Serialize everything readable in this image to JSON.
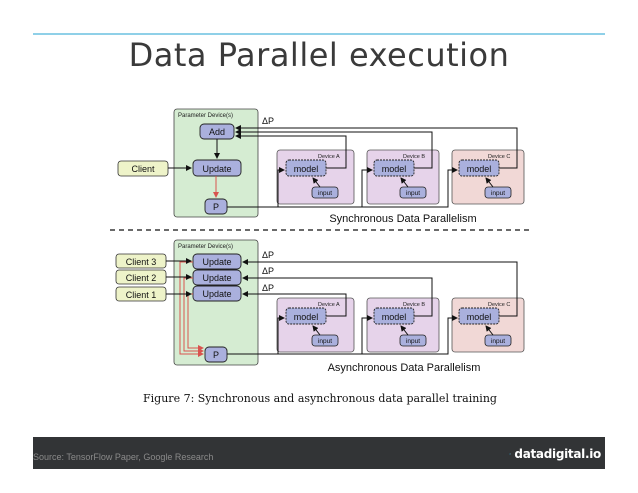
{
  "slide": {
    "title": "Data Parallel execution",
    "source": "Source: TensorFlow Paper, Google Research",
    "brand": "datadigital.io"
  },
  "sync": {
    "param_label": "Parameter Device(s)",
    "add": "Add",
    "update": "Update",
    "p": "P",
    "client": "Client",
    "delta": "ΔP",
    "devices": [
      {
        "label": "Device A",
        "model": "model",
        "input": "input"
      },
      {
        "label": "Device B",
        "model": "model",
        "input": "input"
      },
      {
        "label": "Device C",
        "model": "model",
        "input": "input"
      }
    ],
    "caption": "Synchronous Data Parallelism"
  },
  "async": {
    "param_label": "Parameter Device(s)",
    "updates": [
      "Update",
      "Update",
      "Update"
    ],
    "p": "P",
    "clients": [
      "Client 3",
      "Client 2",
      "Client 1"
    ],
    "deltas": [
      "ΔP",
      "ΔP",
      "ΔP"
    ],
    "devices": [
      {
        "label": "Device A",
        "model": "model",
        "input": "input"
      },
      {
        "label": "Device B",
        "model": "model",
        "input": "input"
      },
      {
        "label": "Device C",
        "model": "model",
        "input": "input"
      }
    ],
    "caption": "Asynchronous Data Parallelism"
  },
  "figure_caption": "Figure 7: Synchronous and asynchronous data parallel training",
  "colors": {
    "param_fill": "#d5ecd2",
    "node_fill": "#aab0dd",
    "device_a": "#e6d3ea",
    "device_b": "#e6d3ea",
    "device_c": "#f1d8d6",
    "red_arrow": "#d9534f",
    "footer": "#323436"
  }
}
